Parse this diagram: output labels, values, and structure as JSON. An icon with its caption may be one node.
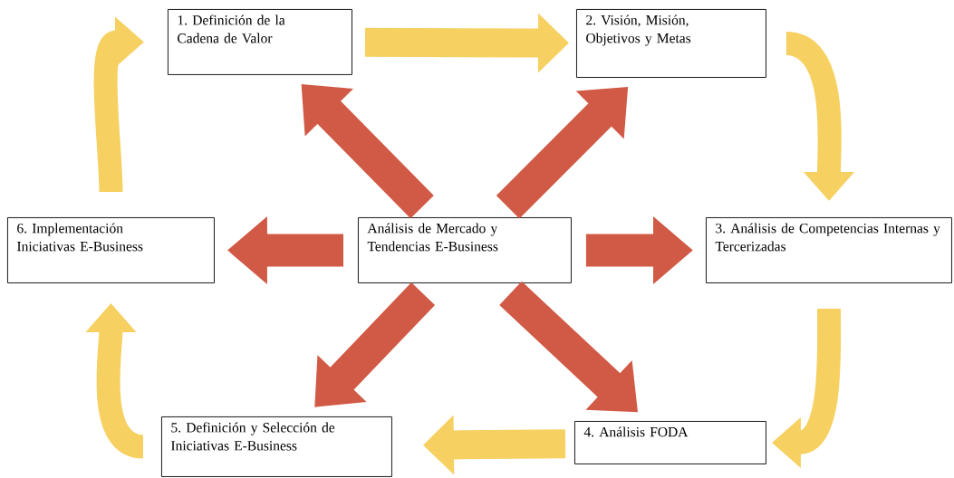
{
  "diagram": {
    "nodes": [
      {
        "text": [
          "1. Definición de la Cadena de Valor"
        ]
      },
      {
        "text": [
          "2. Visión, Misión, Objetivos y Metas"
        ]
      },
      {
        "text": [
          "3. Análisis de Competencias Internas y Tercerizadas"
        ]
      },
      {
        "text": [
          "4. Análisis FODA"
        ]
      },
      {
        "text": [
          "5. Definición y Selección de Iniciativas E-Business"
        ]
      },
      {
        "text": [
          "6. Implementación Iniciativas E-Business"
        ]
      },
      {
        "text": [
          "Análisis de Mercado y Tendencias E-Business"
        ]
      }
    ],
    "edges": [
      {
        "from": 0,
        "to": 1,
        "arrow": "to",
        "color": "#f6d060"
      },
      {
        "from": 1,
        "to": 2,
        "arrow": "to",
        "color": "#f6d060"
      },
      {
        "from": 2,
        "to": 3,
        "arrow": "to",
        "color": "#f6d060"
      },
      {
        "from": 3,
        "to": 4,
        "arrow": "to",
        "color": "#f6d060"
      },
      {
        "from": 4,
        "to": 5,
        "arrow": "to",
        "color": "#f6d060"
      },
      {
        "from": 5,
        "to": 0,
        "arrow": "to",
        "color": "#f6d060"
      },
      {
        "from": 6,
        "to": 0,
        "arrow": "to",
        "color": "#d05a45"
      },
      {
        "from": 6,
        "to": 1,
        "arrow": "to",
        "color": "#d05a45"
      },
      {
        "from": 6,
        "to": 2,
        "arrow": "to",
        "color": "#d05a45"
      },
      {
        "from": 6,
        "to": 3,
        "arrow": "to",
        "color": "#d05a45"
      },
      {
        "from": 6,
        "to": 4,
        "arrow": "to",
        "color": "#d05a45"
      },
      {
        "from": 6,
        "to": 5,
        "arrow": "to",
        "color": "#d05a45"
      }
    ]
  }
}
